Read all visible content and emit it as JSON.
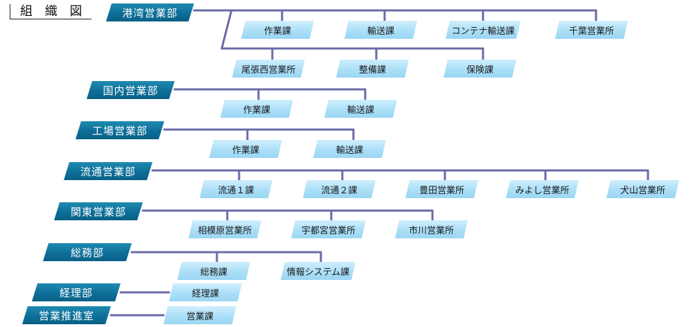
{
  "title": "組 織 図",
  "departments": [
    {
      "id": "kowan",
      "label": "港湾営業部",
      "sections": [
        "作業課",
        "輸送課",
        "コンテナ輸送課",
        "千葉営業所",
        "尾張西営業所",
        "整備課",
        "保険課"
      ]
    },
    {
      "id": "kokunai",
      "label": "国内営業部",
      "sections": [
        "作業課",
        "輸送課"
      ]
    },
    {
      "id": "kojo",
      "label": "工場営業部",
      "sections": [
        "作業課",
        "輸送課"
      ]
    },
    {
      "id": "ryutsu",
      "label": "流通営業部",
      "sections": [
        "流通１課",
        "流通２課",
        "豊田営業所",
        "みよし営業所",
        "犬山営業所"
      ]
    },
    {
      "id": "kanto",
      "label": "関東営業部",
      "sections": [
        "相模原営業所",
        "宇都宮営業所",
        "市川営業所"
      ]
    },
    {
      "id": "somu",
      "label": "総務部",
      "sections": [
        "総務課",
        "情報システム課"
      ]
    },
    {
      "id": "keiri",
      "label": "経理部",
      "sections": [
        "経理課"
      ]
    },
    {
      "id": "eigyo",
      "label": "営業推進室",
      "sections": [
        "営業課"
      ]
    }
  ],
  "colors": {
    "dept_fill": "#0d6f98",
    "section_fill": "#a9def7",
    "line": "#6a6aa8"
  }
}
